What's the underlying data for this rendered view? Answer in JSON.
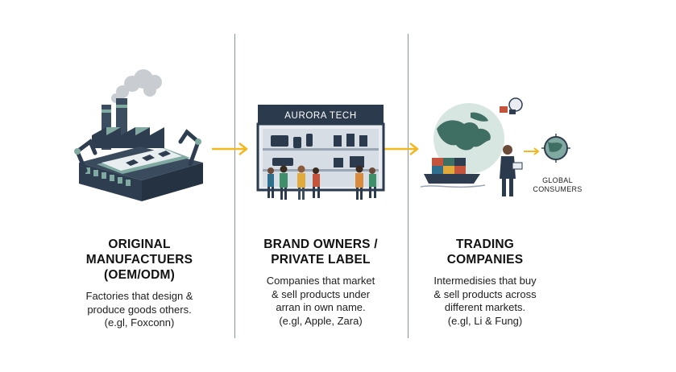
{
  "columns": [
    {
      "title_lines": [
        "ORIGINAL",
        "MANUFACTUERS",
        "(OEM/ODM)"
      ],
      "desc_lines": [
        "Factories that design &",
        "produce goods others.",
        "(e.gl, Foxconn)"
      ],
      "illustration": "factory-icon"
    },
    {
      "title_lines": [
        "BRAND OWNERS /",
        "PRIVATE LABEL"
      ],
      "desc_lines": [
        "Companies that market",
        "& sell products under",
        "arran in own name.",
        "(e.gl, Apple, Zara)"
      ],
      "illustration": "storefront-icon",
      "store_sign": "AURORA TECH"
    },
    {
      "title_lines": [
        "TRADING",
        "COMPANIES"
      ],
      "desc_lines": [
        "Intermedisies that buy",
        "& sell products across",
        "different markets.",
        "(e.gl, Li & Fung)"
      ],
      "illustration": "world-trade-icon",
      "consumer_label_lines": [
        "GLOBAL",
        "CONSUMERS"
      ]
    }
  ],
  "colors": {
    "arrow": "#f2b81f",
    "divider": "#8a93a0",
    "factory_dark": "#2e3d4f",
    "factory_teal": "#7fa9a1",
    "store_dark": "#2c3a4d",
    "map_green": "#3f6e62"
  }
}
